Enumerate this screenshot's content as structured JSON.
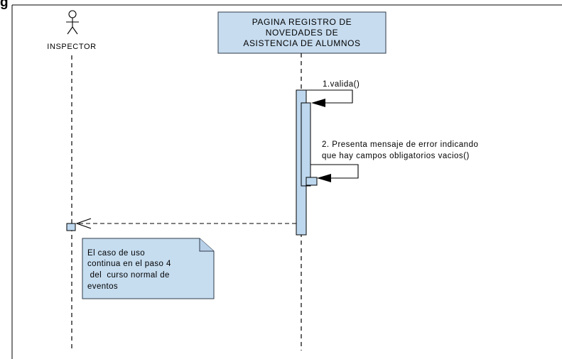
{
  "header_fragment": "g",
  "colors": {
    "box_fill": "#c7dcef",
    "box_stroke": "#2f3a4a",
    "activation_fill": "#bdd7ee",
    "note_fill": "#c6ddf0",
    "line": "#000000"
  },
  "actor": {
    "label": "INSPECTOR",
    "icon": "stick-figure-icon"
  },
  "lifeline_object": {
    "lines": [
      "PAGINA REGISTRO DE",
      "NOVEDADES DE",
      "ASISTENCIA DE ALUMNOS"
    ]
  },
  "messages": [
    {
      "label": "1.valida()"
    },
    {
      "lines": [
        "2. Presenta mensaje de error indicando",
        "que hay campos obligatorios vacios()"
      ]
    }
  ],
  "note": {
    "lines": [
      "El caso de uso",
      "continua en el paso 4",
      " del  curso normal de",
      "eventos"
    ],
    "icon": "folded-corner-icon"
  }
}
